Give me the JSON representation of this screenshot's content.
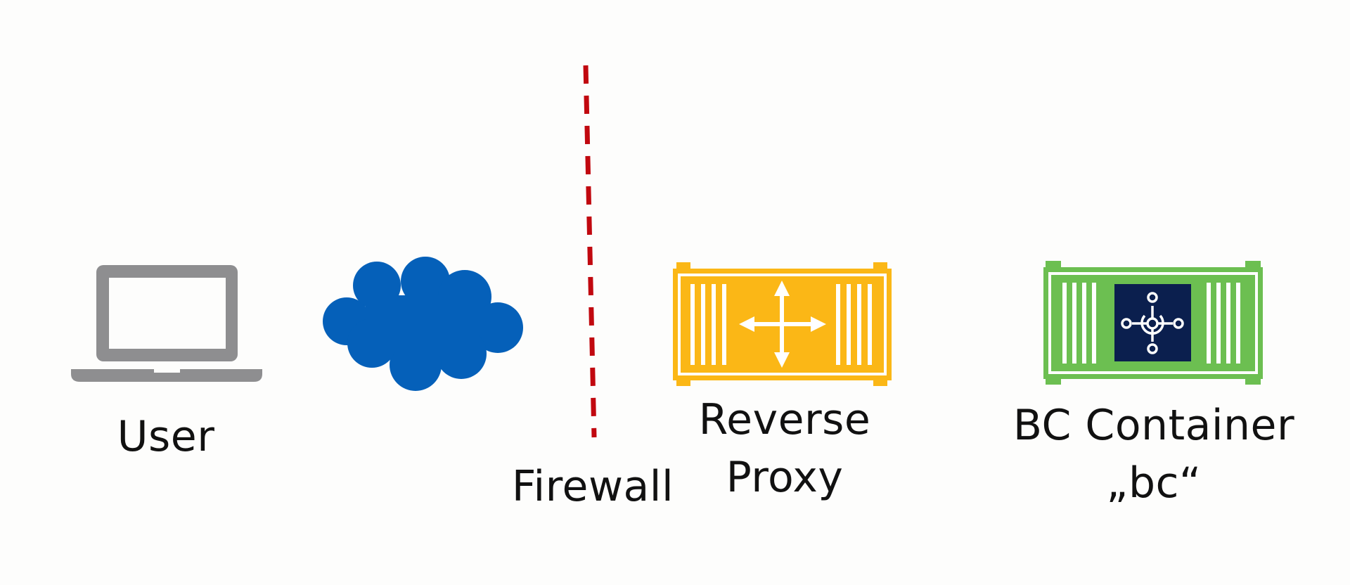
{
  "title": "",
  "nodes": {
    "user": {
      "label": "User",
      "icon": "laptop-icon",
      "color": "#8e8e90"
    },
    "internet": {
      "icon": "cloud-icon",
      "color": "#0560b9"
    },
    "firewall": {
      "label": "Firewall",
      "icon": "dashed-line",
      "color": "#c1080f"
    },
    "reverse_proxy": {
      "label_line1": "Reverse",
      "label_line2": "Proxy",
      "icon": "container-router-icon",
      "color": "#fbb716"
    },
    "bc_container": {
      "label_line1": "BC Container",
      "label_line2": "„bc“",
      "icon": "container-network-icon",
      "color": "#6cbf51",
      "inner_color": "#0b1f4e"
    }
  }
}
